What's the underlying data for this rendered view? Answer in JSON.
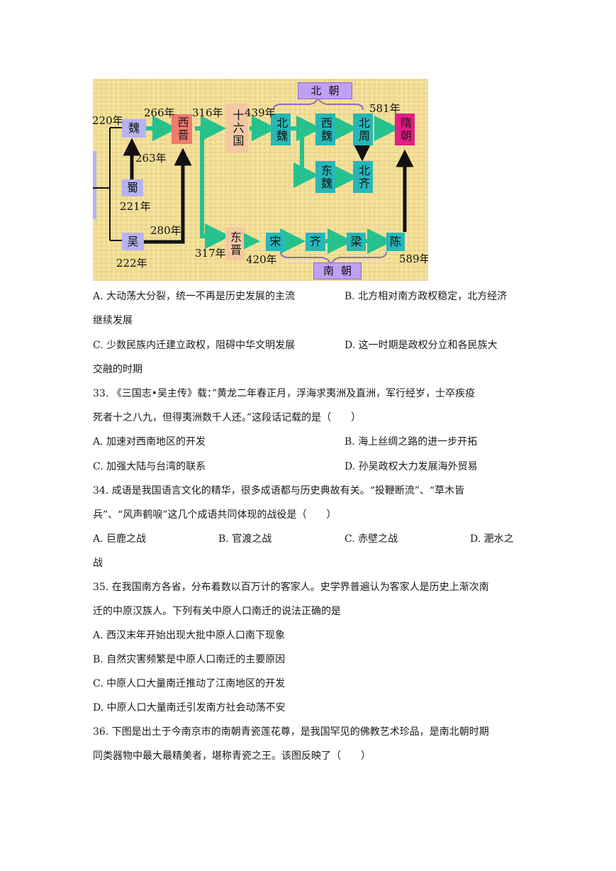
{
  "diagram": {
    "nodes": {
      "wei": "魏",
      "shu": "蜀",
      "wu": "吴",
      "xijin": "西晋",
      "shiliuguo": "十六国",
      "beiwei": "北魏",
      "xiwei": "西魏",
      "beizhou": "北周",
      "suichao": "隋朝",
      "dongwei": "东魏",
      "beiqi": "北齐",
      "dongjin": "东晋",
      "song": "宋",
      "qi": "齐",
      "liang": "梁",
      "chen": "陈"
    },
    "labels": {
      "beichao": "北朝",
      "nanchao": "南朝"
    },
    "years": {
      "y220": "220年",
      "y263": "263年",
      "y221": "221年",
      "y222": "222年",
      "y266": "266年",
      "y280": "280年",
      "y316": "316年",
      "y317": "317年",
      "y439": "439年",
      "y420": "420年",
      "y581": "581年",
      "y589": "589年"
    },
    "colors": {
      "arrow_green": "#26c28e",
      "arrow_black": "#111111",
      "bracket_purple": "#8c6cc8",
      "background": "#f1de8c"
    }
  },
  "q32_options": {
    "a": "A. 大动荡大分裂，统一不再是历史发展的主流",
    "b": "B. 北方相对南方政权稳定，北方经济",
    "b_cont": "继续发展",
    "c": "C. 少数民族内迁建立政权，阻碍中华文明发展",
    "d": "D. 这一时期是政权分立和各民族大",
    "d_cont": "交融的时期"
  },
  "q33": {
    "line1": "33. 《三国志•吴主传》载：”黄龙二年春正月，浮海求夷洲及直洲，军行经岁，士卒疾疫",
    "line2": "死者十之八九，但得夷洲数千人还。”这段话记载的是（　　）",
    "a": "A. 加速对西南地区的开发",
    "b": "B. 海上丝绸之路的进一步开拓",
    "c": "C. 加强大陆与台湾的联系",
    "d": "D. 孙吴政权大力发展海外贸易"
  },
  "q34": {
    "line1": "34. 成语是我国语言文化的精华，很多成语都与历史典故有关。“投鞭断流”、“草木皆",
    "line2": "兵”、“风声鹤唳”这几个成语共同体现的战役是（　　）",
    "a": "A. 巨鹿之战",
    "b": "B. 官渡之战",
    "c": "C. 赤壁之战",
    "d": "D. 淝水之",
    "d_cont": "战"
  },
  "q35": {
    "line1": "35. 在我国南方各省，分布着数以百万计的客家人。史学界普遍认为客家人是历史上渐次南",
    "line2": "迁的中原汉族人。下列有关中原人口南迁的说法正确的是",
    "a": "A. 西汉末年开始出现大批中原人口南下现象",
    "b": "B. 自然灾害频繁是中原人口南迁的主要原因",
    "c": "C. 中原人口大量南迁推动了江南地区的开发",
    "d": "D. 中原人口大量南迁引发南方社会动荡不安"
  },
  "q36": {
    "line1": "36. 下图是出土于今南京市的南朝青瓷莲花尊，是我国罕见的佛教艺术珍品，是南北朝时期",
    "line2": "同类器物中最大最精美者，堪称青瓷之王。该图反映了（　　）"
  }
}
